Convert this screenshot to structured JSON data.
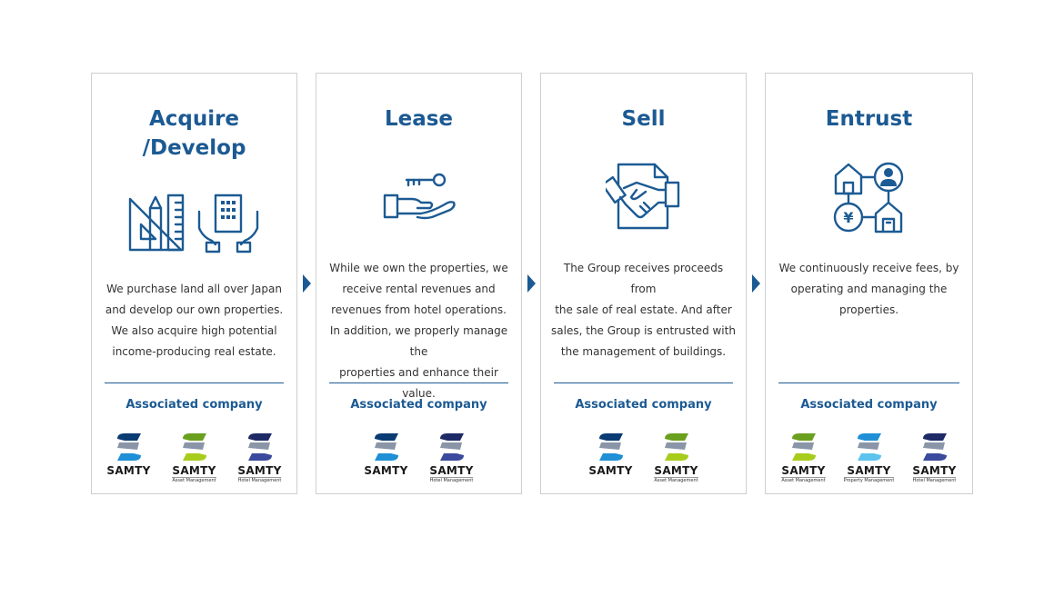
{
  "colors": {
    "brand": "#1c5a93",
    "border": "#cfcfcf",
    "text": "#333333"
  },
  "cards": [
    {
      "title_lines": [
        "Acquire",
        "/Develop"
      ],
      "icon": "planning-tools-and-building-in-hands-icon",
      "description": [
        "We purchase land all over Japan",
        "and develop our own properties.",
        "We also acquire high potential",
        "income-producing real estate."
      ],
      "associated_label": "Associated company",
      "logos": [
        {
          "word": "SAMTY",
          "sub": ""
        },
        {
          "word": "SAMTY",
          "sub": "Asset Management"
        },
        {
          "word": "SAMTY",
          "sub": "Hotel Management"
        }
      ]
    },
    {
      "title_lines": [
        "Lease"
      ],
      "icon": "key-on-hand-icon",
      "description": [
        "While we own the properties, we",
        "receive rental revenues and",
        "revenues from hotel operations.",
        "In addition, we properly manage the",
        "properties and enhance their value."
      ],
      "associated_label": "Associated company",
      "logos": [
        {
          "word": "SAMTY",
          "sub": ""
        },
        {
          "word": "SAMTY",
          "sub": "Hotel Management"
        }
      ]
    },
    {
      "title_lines": [
        "Sell"
      ],
      "icon": "handshake-contract-icon",
      "description": [
        "The Group receives proceeds from",
        "the sale of real estate. And after",
        "sales, the Group is entrusted with",
        "the management of buildings."
      ],
      "associated_label": "Associated company",
      "logos": [
        {
          "word": "SAMTY",
          "sub": ""
        },
        {
          "word": "SAMTY",
          "sub": "Asset Management"
        }
      ]
    },
    {
      "title_lines": [
        "Entrust"
      ],
      "icon": "property-management-network-icon",
      "yen_symbol": "¥",
      "description": [
        "We continuously receive fees, by",
        "operating and managing the",
        "properties."
      ],
      "associated_label": "Associated company",
      "logos": [
        {
          "word": "SAMTY",
          "sub": "Asset Management"
        },
        {
          "word": "SAMTY",
          "sub": "Property Management"
        },
        {
          "word": "SAMTY",
          "sub": "Hotel Management"
        }
      ]
    }
  ]
}
